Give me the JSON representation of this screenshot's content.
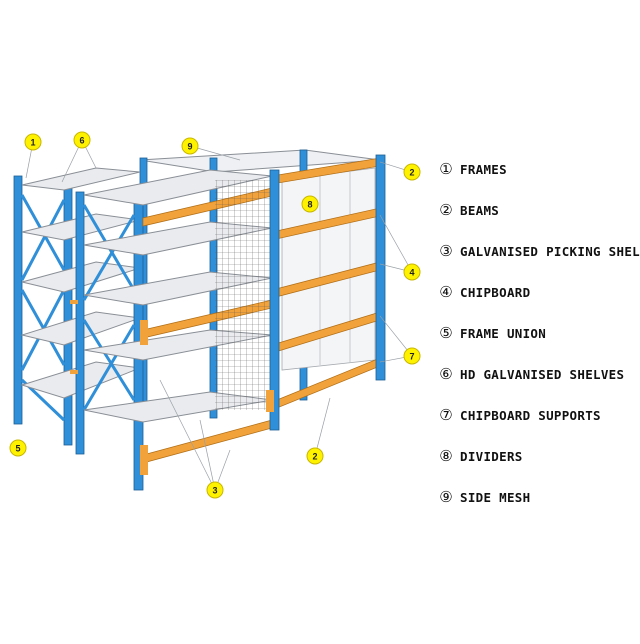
{
  "legend": [
    {
      "num": "①",
      "label": "FRAMES"
    },
    {
      "num": "②",
      "label": "BEAMS"
    },
    {
      "num": "③",
      "label": "GALVANISED PICKING SHELVES"
    },
    {
      "num": "④",
      "label": "CHIPBOARD"
    },
    {
      "num": "⑤",
      "label": "FRAME UNION"
    },
    {
      "num": "⑥",
      "label": "HD GALVANISED SHELVES"
    },
    {
      "num": "⑦",
      "label": "CHIPBOARD SUPPORTS"
    },
    {
      "num": "⑧",
      "label": "DIVIDERS"
    },
    {
      "num": "⑨",
      "label": "SIDE MESH"
    }
  ],
  "callouts": [
    "1",
    "6",
    "9",
    "2",
    "8",
    "4",
    "7",
    "5",
    "3",
    "2"
  ],
  "colors": {
    "frame_blue": "#2f8fd8",
    "beam_orange": "#f2a23a",
    "shelf_grey": "#e9ebee",
    "callout_yellow": "#fff200"
  }
}
